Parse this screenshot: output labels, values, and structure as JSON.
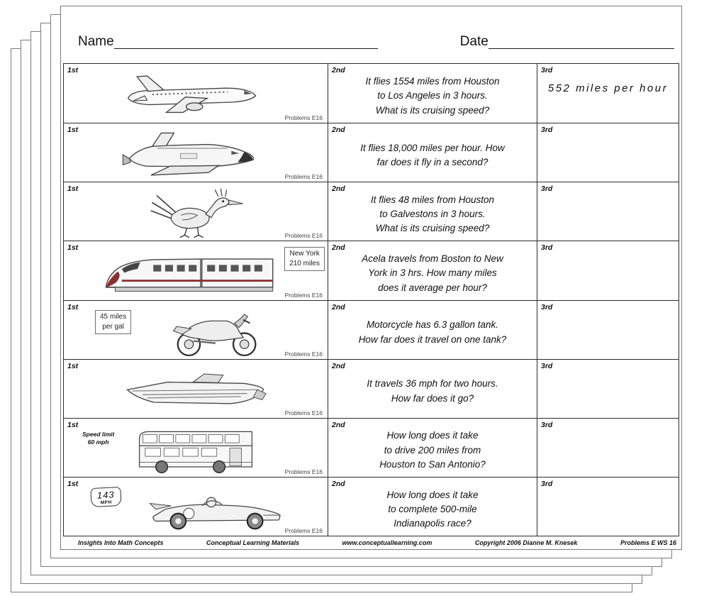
{
  "page": {
    "name_label": "Name",
    "date_label": "Date"
  },
  "labels": {
    "first": "1st",
    "second": "2nd",
    "third": "3rd"
  },
  "caption": "Problems E16",
  "rows": [
    {
      "vehicle": "airplane",
      "problem": "It flies 1554 miles from Houston\nto Los Angeles in 3 hours.\nWhat is its cruising speed?",
      "answer": "552 miles per hour"
    },
    {
      "vehicle": "space-shuttle",
      "problem": "It flies 18,000 miles per hour.  How\nfar does it fly in a second?",
      "answer": ""
    },
    {
      "vehicle": "roadrunner",
      "problem": "It flies 48 miles from Houston\nto Galvestons in 3 hours.\nWhat is its cruising speed?",
      "answer": ""
    },
    {
      "vehicle": "bullet-train",
      "badge": "New York\n210 miles",
      "problem": "Acela travels from Boston to New\nYork  in 3 hrs.  How many miles\ndoes it average per hour?",
      "answer": ""
    },
    {
      "vehicle": "motorcycle",
      "badge": "45 miles\nper gal",
      "problem": "Motorcycle has 6.3 gallon tank.\nHow far does it travel on one tank?",
      "answer": ""
    },
    {
      "vehicle": "speedboat",
      "problem": "It travels 36 mph for two hours.\nHow far does it go?",
      "answer": ""
    },
    {
      "vehicle": "double-decker-bus",
      "badge": "Speed limit\n60 mph",
      "problem": "How long does it take\nto drive 200 miles from\nHouston to San Antonio?",
      "answer": ""
    },
    {
      "vehicle": "race-car",
      "badge_top": "143",
      "badge_bottom": "MPH",
      "problem": "How long does it take\nto complete 500-mile\nIndianapolis race?",
      "answer": ""
    }
  ],
  "footer": {
    "brand": "Insights Into Math Concepts",
    "materials": "Conceptual Learning Materials",
    "website": "www.conceptuallearning.com",
    "copyright": "Copyright 2006 Dianne M. Knesek",
    "code": "Problems E WS 16"
  }
}
